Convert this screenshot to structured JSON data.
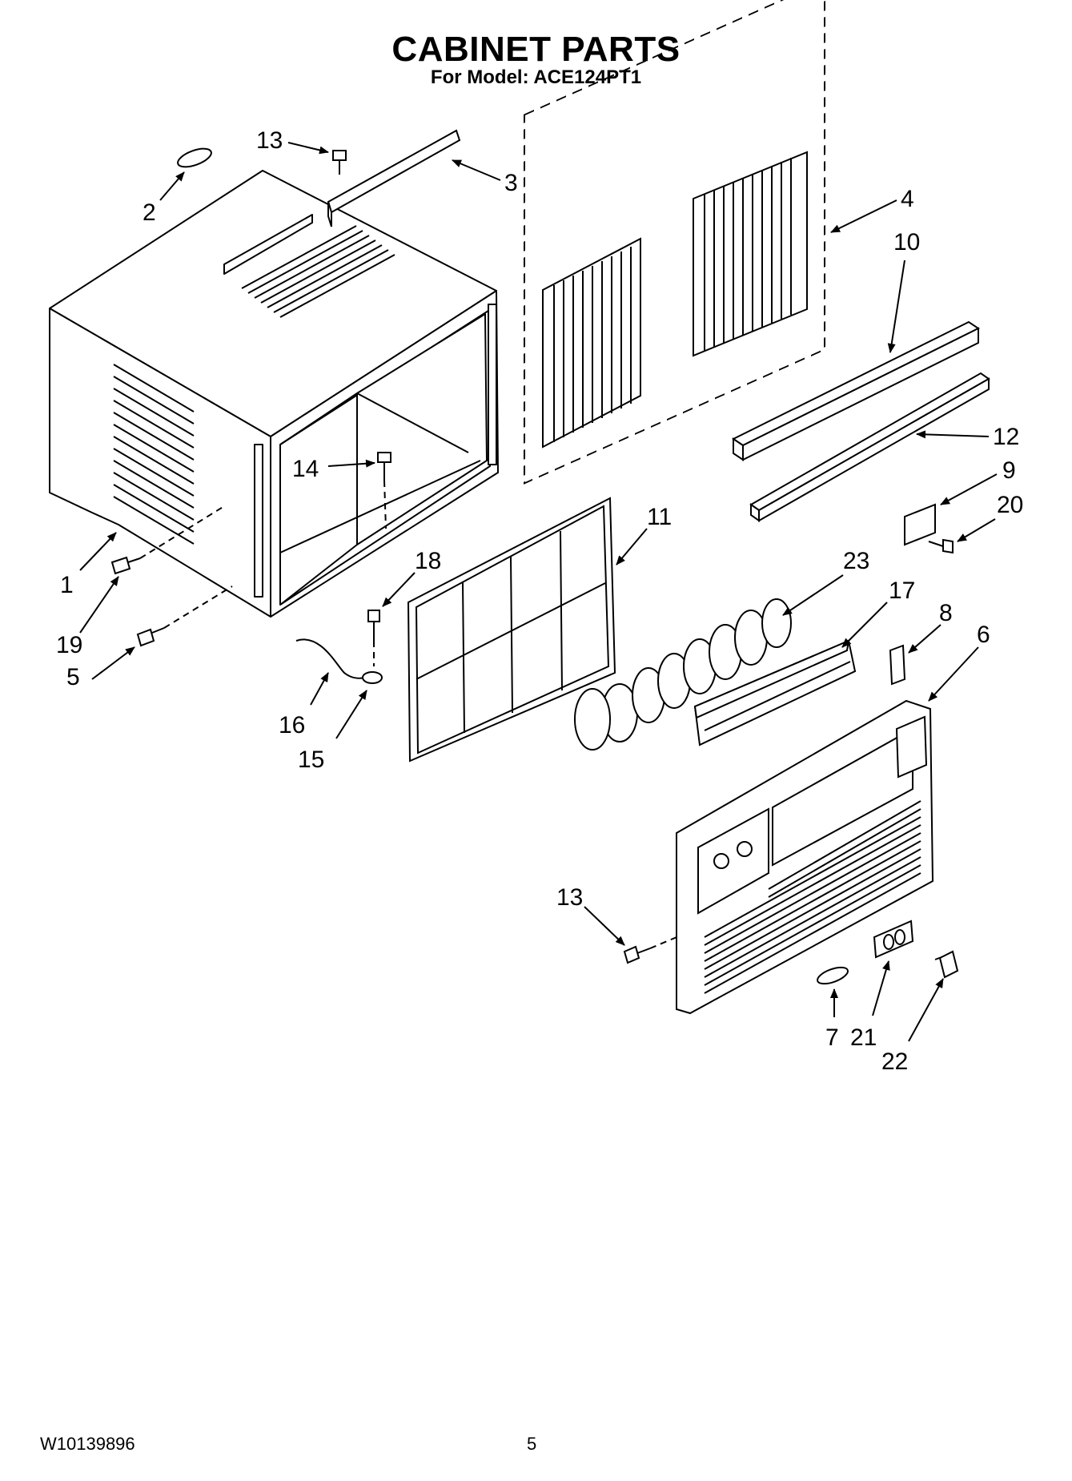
{
  "header": {
    "title": "CABINET PARTS",
    "subtitle": "For Model: ACE124PT1"
  },
  "callouts": [
    "1",
    "2",
    "3",
    "4",
    "5",
    "6",
    "7",
    "8",
    "9",
    "10",
    "11",
    "12",
    "13",
    "13",
    "14",
    "15",
    "16",
    "17",
    "18",
    "19",
    "20",
    "21",
    "22",
    "23"
  ],
  "footer": {
    "doc_number": "W10139896",
    "page_number": "5"
  }
}
